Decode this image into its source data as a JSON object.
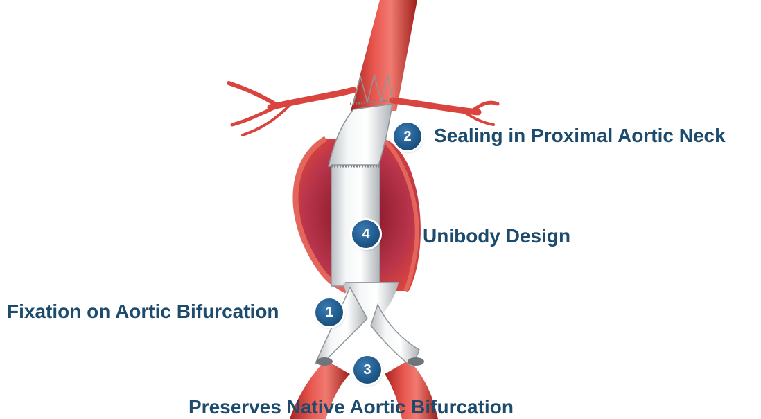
{
  "callouts": [
    {
      "number": "2",
      "text": "Sealing in Proximal Aortic Neck"
    },
    {
      "number": "4",
      "text": "Unibody Design"
    },
    {
      "number": "1",
      "text": "Fixation on Aortic Bifurcation"
    },
    {
      "number": "3",
      "text": "Preserves Native Aortic Bifurcation"
    }
  ],
  "colors": {
    "label_text": "#1d4b6e",
    "badge_fill": "#1f5a8c",
    "artery_red": "#d9453e",
    "graft_white": "#eef0f1"
  }
}
